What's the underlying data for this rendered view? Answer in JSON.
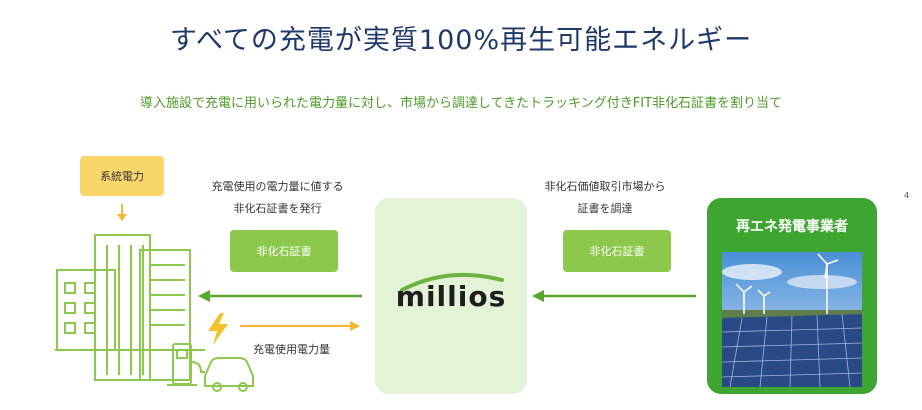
{
  "title": "すべての充電が実質100%再生可能エネルギー",
  "subtitle": "導入施設で充電に用いられた電力量に対し、市場から調達してきたトラッキング付きFIT非化石証書を割り当て",
  "grid_power": "系統電力",
  "left_note": [
    "充電使用の電力量に値する",
    "非化石証書を発行"
  ],
  "right_note": [
    "非化石価値取引市場から",
    "証書を調達"
  ],
  "cert_label": "非化石証書",
  "center_logo": "millios",
  "generator_title": "再エネ発電事業者",
  "power_amount_label": "充電使用電力量",
  "page_number": "4",
  "colors": {
    "title": "#1f3a68",
    "accent_green": "#4f9a2a",
    "cert_green": "#8cc84b",
    "light_green": "#e3f3d6",
    "generator_green": "#3ea630",
    "arrow_green": "#5aa832",
    "yellow": "#f9d66a",
    "arrow_yellow": "#f2b632"
  }
}
